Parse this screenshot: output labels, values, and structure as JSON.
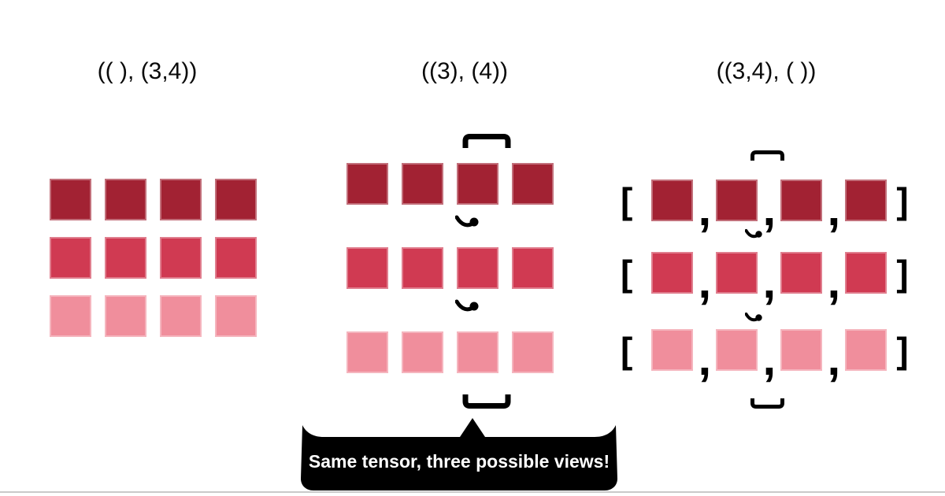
{
  "figure": {
    "panels": [
      {
        "title": "(( ), (3,4))"
      },
      {
        "title": "((3), (4))"
      },
      {
        "title": "((3,4), ( ))"
      }
    ],
    "grid": {
      "rows": 3,
      "cols": 4
    },
    "row_colors": [
      "#A22233",
      "#D03A52",
      "#F08E9C"
    ],
    "symbols": {
      "comma": ",",
      "left_bracket": "[",
      "right_bracket": "]"
    },
    "caption": {
      "text": "Same tensor, three possible views!",
      "bg": "#000000",
      "color": "#FFFFFF"
    }
  }
}
